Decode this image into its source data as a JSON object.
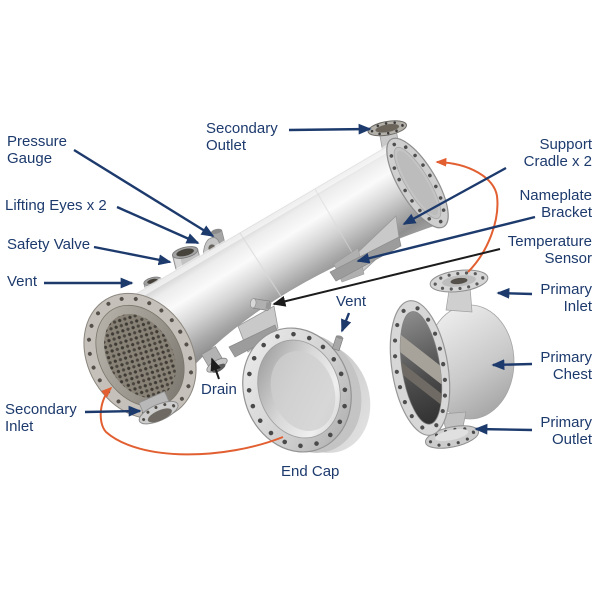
{
  "labels": {
    "pressure_gauge": {
      "text": "Pressure\nGauge"
    },
    "lifting_eyes": {
      "text": "Lifting Eyes x 2"
    },
    "safety_valve": {
      "text": "Safety Valve"
    },
    "vent_left": {
      "text": "Vent"
    },
    "secondary_inlet": {
      "text": "Secondary\nInlet"
    },
    "secondary_outlet": {
      "text": "Secondary\nOutlet"
    },
    "drain": {
      "text": "Drain"
    },
    "vent_end_cap": {
      "text": "Vent"
    },
    "end_cap": {
      "text": "End Cap"
    },
    "support_cradle": {
      "text": "Support\nCradle x 2"
    },
    "nameplate_bracket": {
      "text": "Nameplate\nBracket"
    },
    "temperature_sensor": {
      "text": "Temperature\nSensor"
    },
    "primary_inlet": {
      "text": "Primary\nInlet"
    },
    "primary_chest": {
      "text": "Primary\nChest"
    },
    "primary_outlet": {
      "text": "Primary\nOutlet"
    }
  },
  "colors": {
    "label_text": "#1d3a6d",
    "callout_blue": "#1d3a6d",
    "callout_black": "#1c1c1c",
    "callout_orange": "#e25f31",
    "background": "#ffffff"
  }
}
